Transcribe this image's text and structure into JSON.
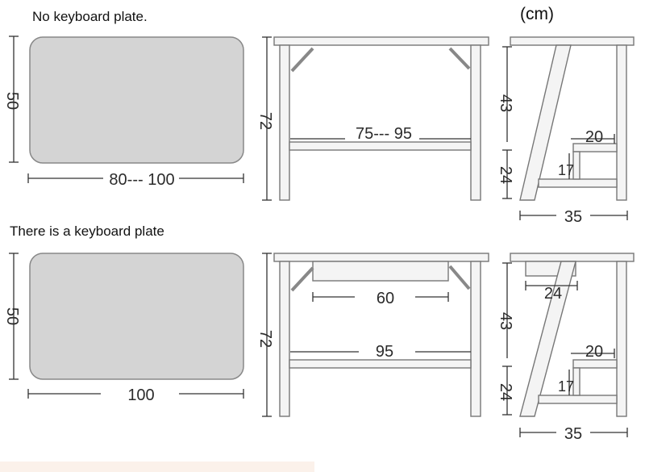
{
  "unit": "(cm)",
  "sections": [
    {
      "heading": "No keyboard plate.",
      "top_depth": "50",
      "top_width": "80--- 100",
      "height": "72",
      "inner_width": "75--- 95",
      "upper_height": "43",
      "lower_height": "24",
      "shelf_width": "20",
      "shelf_height": "17",
      "side_depth": "35"
    },
    {
      "heading": "There is a keyboard plate",
      "top_depth": "50",
      "top_width": "100",
      "height": "72",
      "keyboard_width": "60",
      "inner_width": "95",
      "keyboard_depth": "24",
      "upper_height": "43",
      "lower_height": "24",
      "shelf_width": "20",
      "shelf_height": "17",
      "side_depth": "35"
    }
  ]
}
